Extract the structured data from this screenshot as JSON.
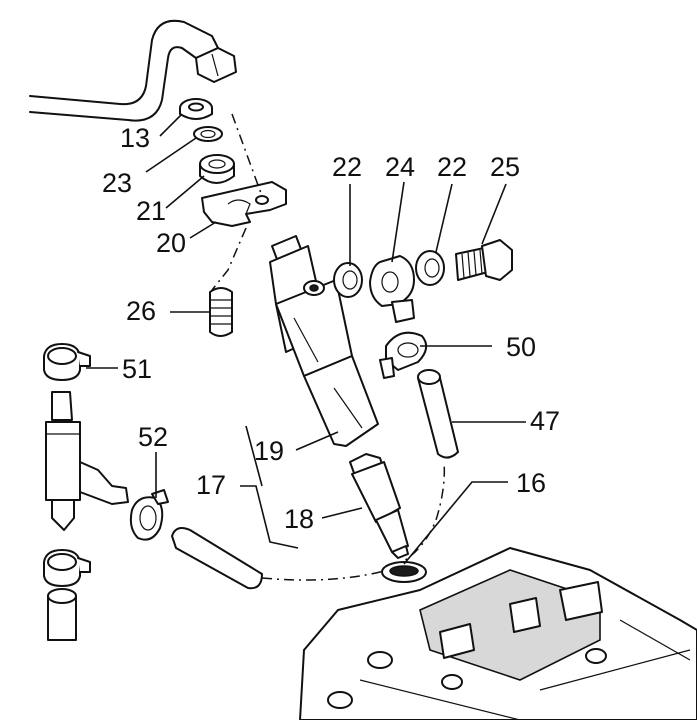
{
  "callouts": {
    "c13": "13",
    "c23": "23",
    "c21": "21",
    "c20": "20",
    "c26": "26",
    "c22a": "22",
    "c24": "24",
    "c22b": "22",
    "c25": "25",
    "c50": "50",
    "c51": "51",
    "c47": "47",
    "c52": "52",
    "c19": "19",
    "c17": "17",
    "c16": "16",
    "c18": "18"
  }
}
